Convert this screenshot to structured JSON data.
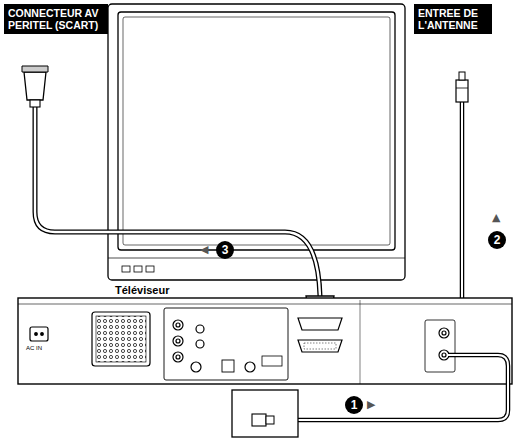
{
  "diagram": {
    "nodes": [
      {
        "text": [
          "CONNECTEUR AV PERITEL (SCART)"
        ]
      },
      {
        "text": [
          "ENTREE DE L'ANTENNE"
        ]
      }
    ],
    "labels": [
      "Téléviseur",
      "3",
      "◀",
      "2",
      "▲",
      "1",
      "▶",
      "AC IN"
    ]
  }
}
